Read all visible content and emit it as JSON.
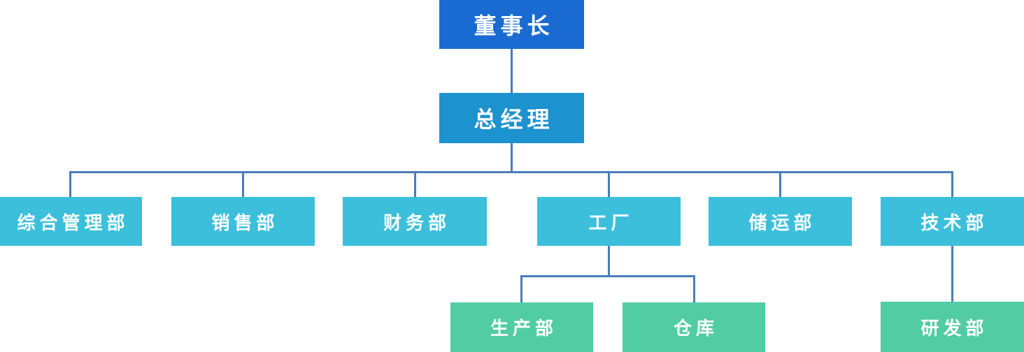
{
  "diagram_type": "org-chart",
  "nodes": [
    {
      "id": "chairman",
      "label": "董事长",
      "level": 1,
      "parent": null
    },
    {
      "id": "general-manager",
      "label": "总经理",
      "level": 2,
      "parent": "chairman"
    },
    {
      "id": "general-management-dept",
      "label": "综合管理部",
      "level": 3,
      "parent": "general-manager"
    },
    {
      "id": "sales-dept",
      "label": "销售部",
      "level": 3,
      "parent": "general-manager"
    },
    {
      "id": "finance-dept",
      "label": "财务部",
      "level": 3,
      "parent": "general-manager"
    },
    {
      "id": "factory",
      "label": "工厂",
      "level": 3,
      "parent": "general-manager"
    },
    {
      "id": "storage-transport-dept",
      "label": "储运部",
      "level": 3,
      "parent": "general-manager"
    },
    {
      "id": "technology-dept",
      "label": "技术部",
      "level": 3,
      "parent": "general-manager"
    },
    {
      "id": "production-dept",
      "label": "生产部",
      "level": 4,
      "parent": "factory"
    },
    {
      "id": "warehouse",
      "label": "仓库",
      "level": 4,
      "parent": "factory"
    },
    {
      "id": "rnd-dept",
      "label": "研发部",
      "level": 4,
      "parent": "technology-dept"
    }
  ],
  "colors": {
    "level1": "#1A6BD1",
    "level2": "#1C92CF",
    "level3": "#3BBFDB",
    "level4": "#51CCA3",
    "connector": "#4A7DB8",
    "text": "#FFFFFF",
    "background": "#FFFFFF"
  }
}
